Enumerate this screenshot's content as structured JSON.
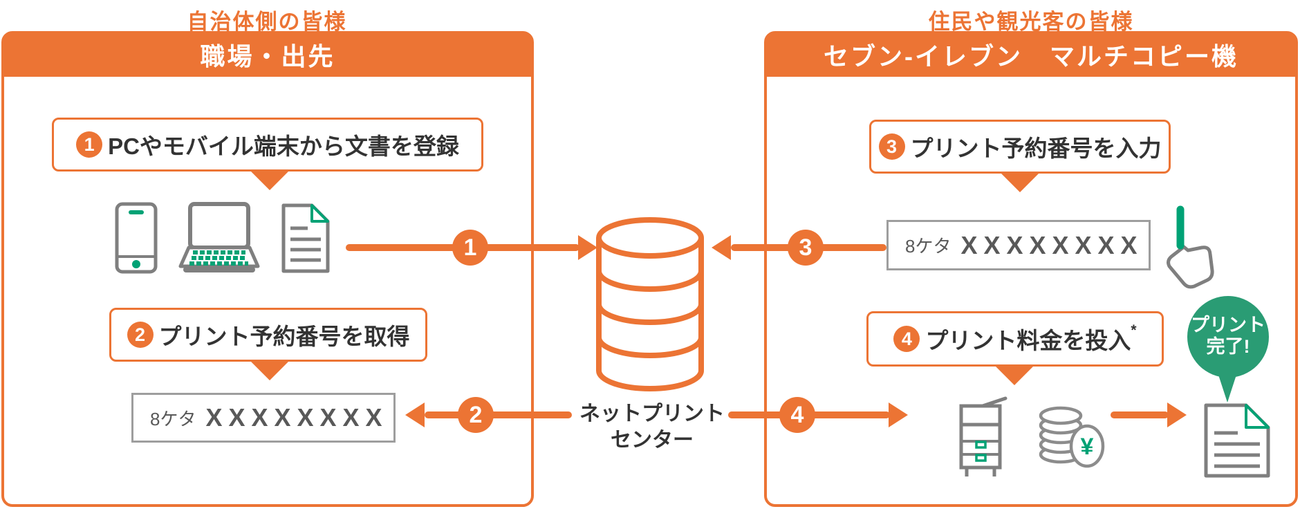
{
  "titles": {
    "left": "自治体側の皆様",
    "right": "住民や観光客の皆様"
  },
  "panels": {
    "left": {
      "header": "職場・出先",
      "steps": [
        {
          "num": "1",
          "label": "PCやモバイル端末から文書を登録"
        },
        {
          "num": "2",
          "label": "プリント予約番号を取得"
        }
      ],
      "code_box": {
        "label": "8ケタ",
        "value": "XXXXXXXX"
      }
    },
    "right": {
      "header": "セブン‐イレブン　マルチコピー機",
      "steps": [
        {
          "num": "3",
          "label": "プリント予約番号を入力",
          "note": ""
        },
        {
          "num": "4",
          "label": "プリント料金を投入",
          "note": "*"
        }
      ],
      "code_box": {
        "label": "8ケタ",
        "value": "XXXXXXXX"
      },
      "balloon": {
        "line1": "プリント",
        "line2": "完了!"
      }
    }
  },
  "center": {
    "label_line1": "ネットプリント",
    "label_line2": "センター"
  },
  "flow": {
    "circles": [
      "1",
      "2",
      "3",
      "4"
    ]
  },
  "colors": {
    "orange": "#EC7434",
    "icon_green": "#00A275",
    "balloon_green": "#2A9C74",
    "text_dark": "#333333",
    "icon_gray": "#7F7F7F",
    "code_gray": "#595959"
  }
}
